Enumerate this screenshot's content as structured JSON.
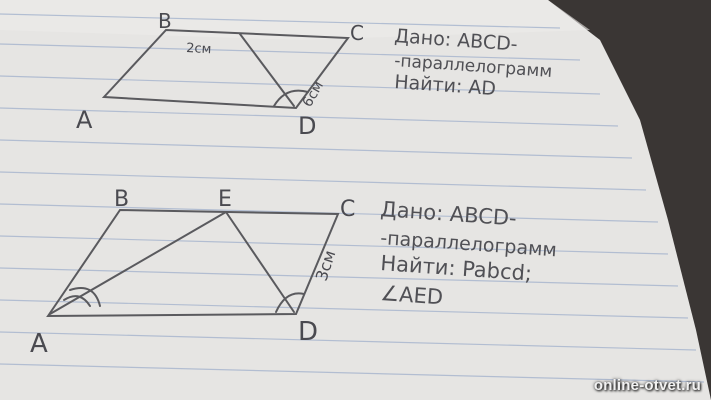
{
  "colors": {
    "paper": "#e6e5e3",
    "ink": "#5a5a5e",
    "ruled_line": "#a9b7cf",
    "table": "#3a3634"
  },
  "problem1": {
    "label_a": "A",
    "label_b": "B",
    "label_c": "C",
    "label_d": "D",
    "side_bc_label": "2см",
    "side_cd_label": "6см",
    "given": "Дано: ABCD-",
    "given_2": "-параллелограмм",
    "find": "Найти: AD"
  },
  "problem2": {
    "label_a": "A",
    "label_b": "B",
    "label_c": "C",
    "label_d": "D",
    "label_e": "E",
    "side_cd_label": "3см",
    "given": "Дано: ABCD-",
    "given_2": "-параллелограмм",
    "find": "Найти: Pabcd;",
    "find_2": "∠AED"
  },
  "watermark": "online-otvet.ru"
}
